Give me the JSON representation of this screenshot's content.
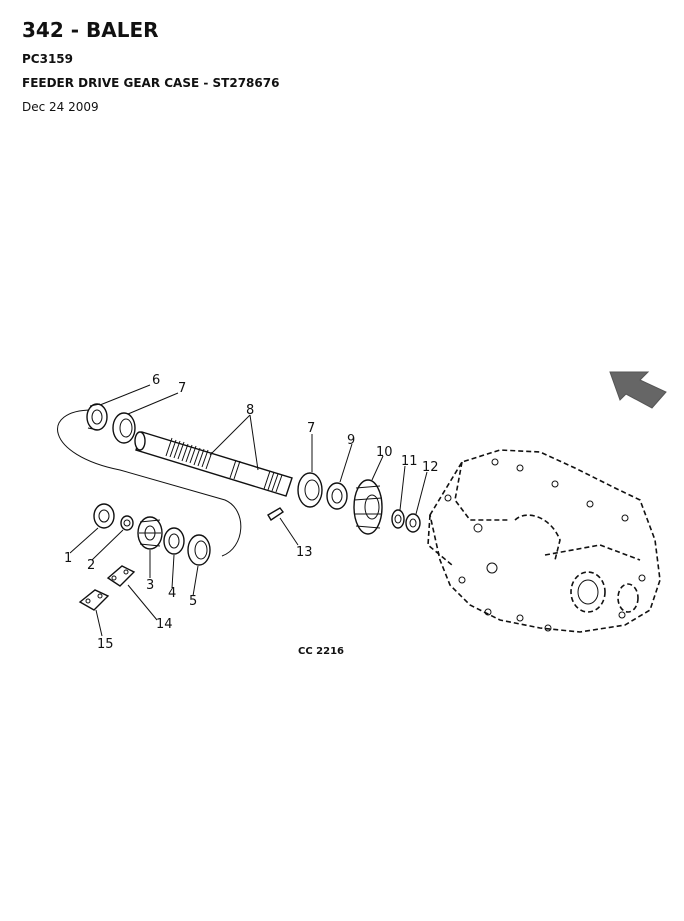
{
  "header": {
    "model": "342 - BALER",
    "part_catalog": "PC3159",
    "section": "FEEDER DRIVE GEAR CASE - ST278676",
    "date": "Dec 24 2009"
  },
  "diagram": {
    "figure_code": "CC 2216",
    "callouts": [
      "1",
      "2",
      "3",
      "4",
      "5",
      "6",
      "7",
      "8",
      "7",
      "9",
      "10",
      "11",
      "12",
      "13",
      "14",
      "15"
    ]
  }
}
